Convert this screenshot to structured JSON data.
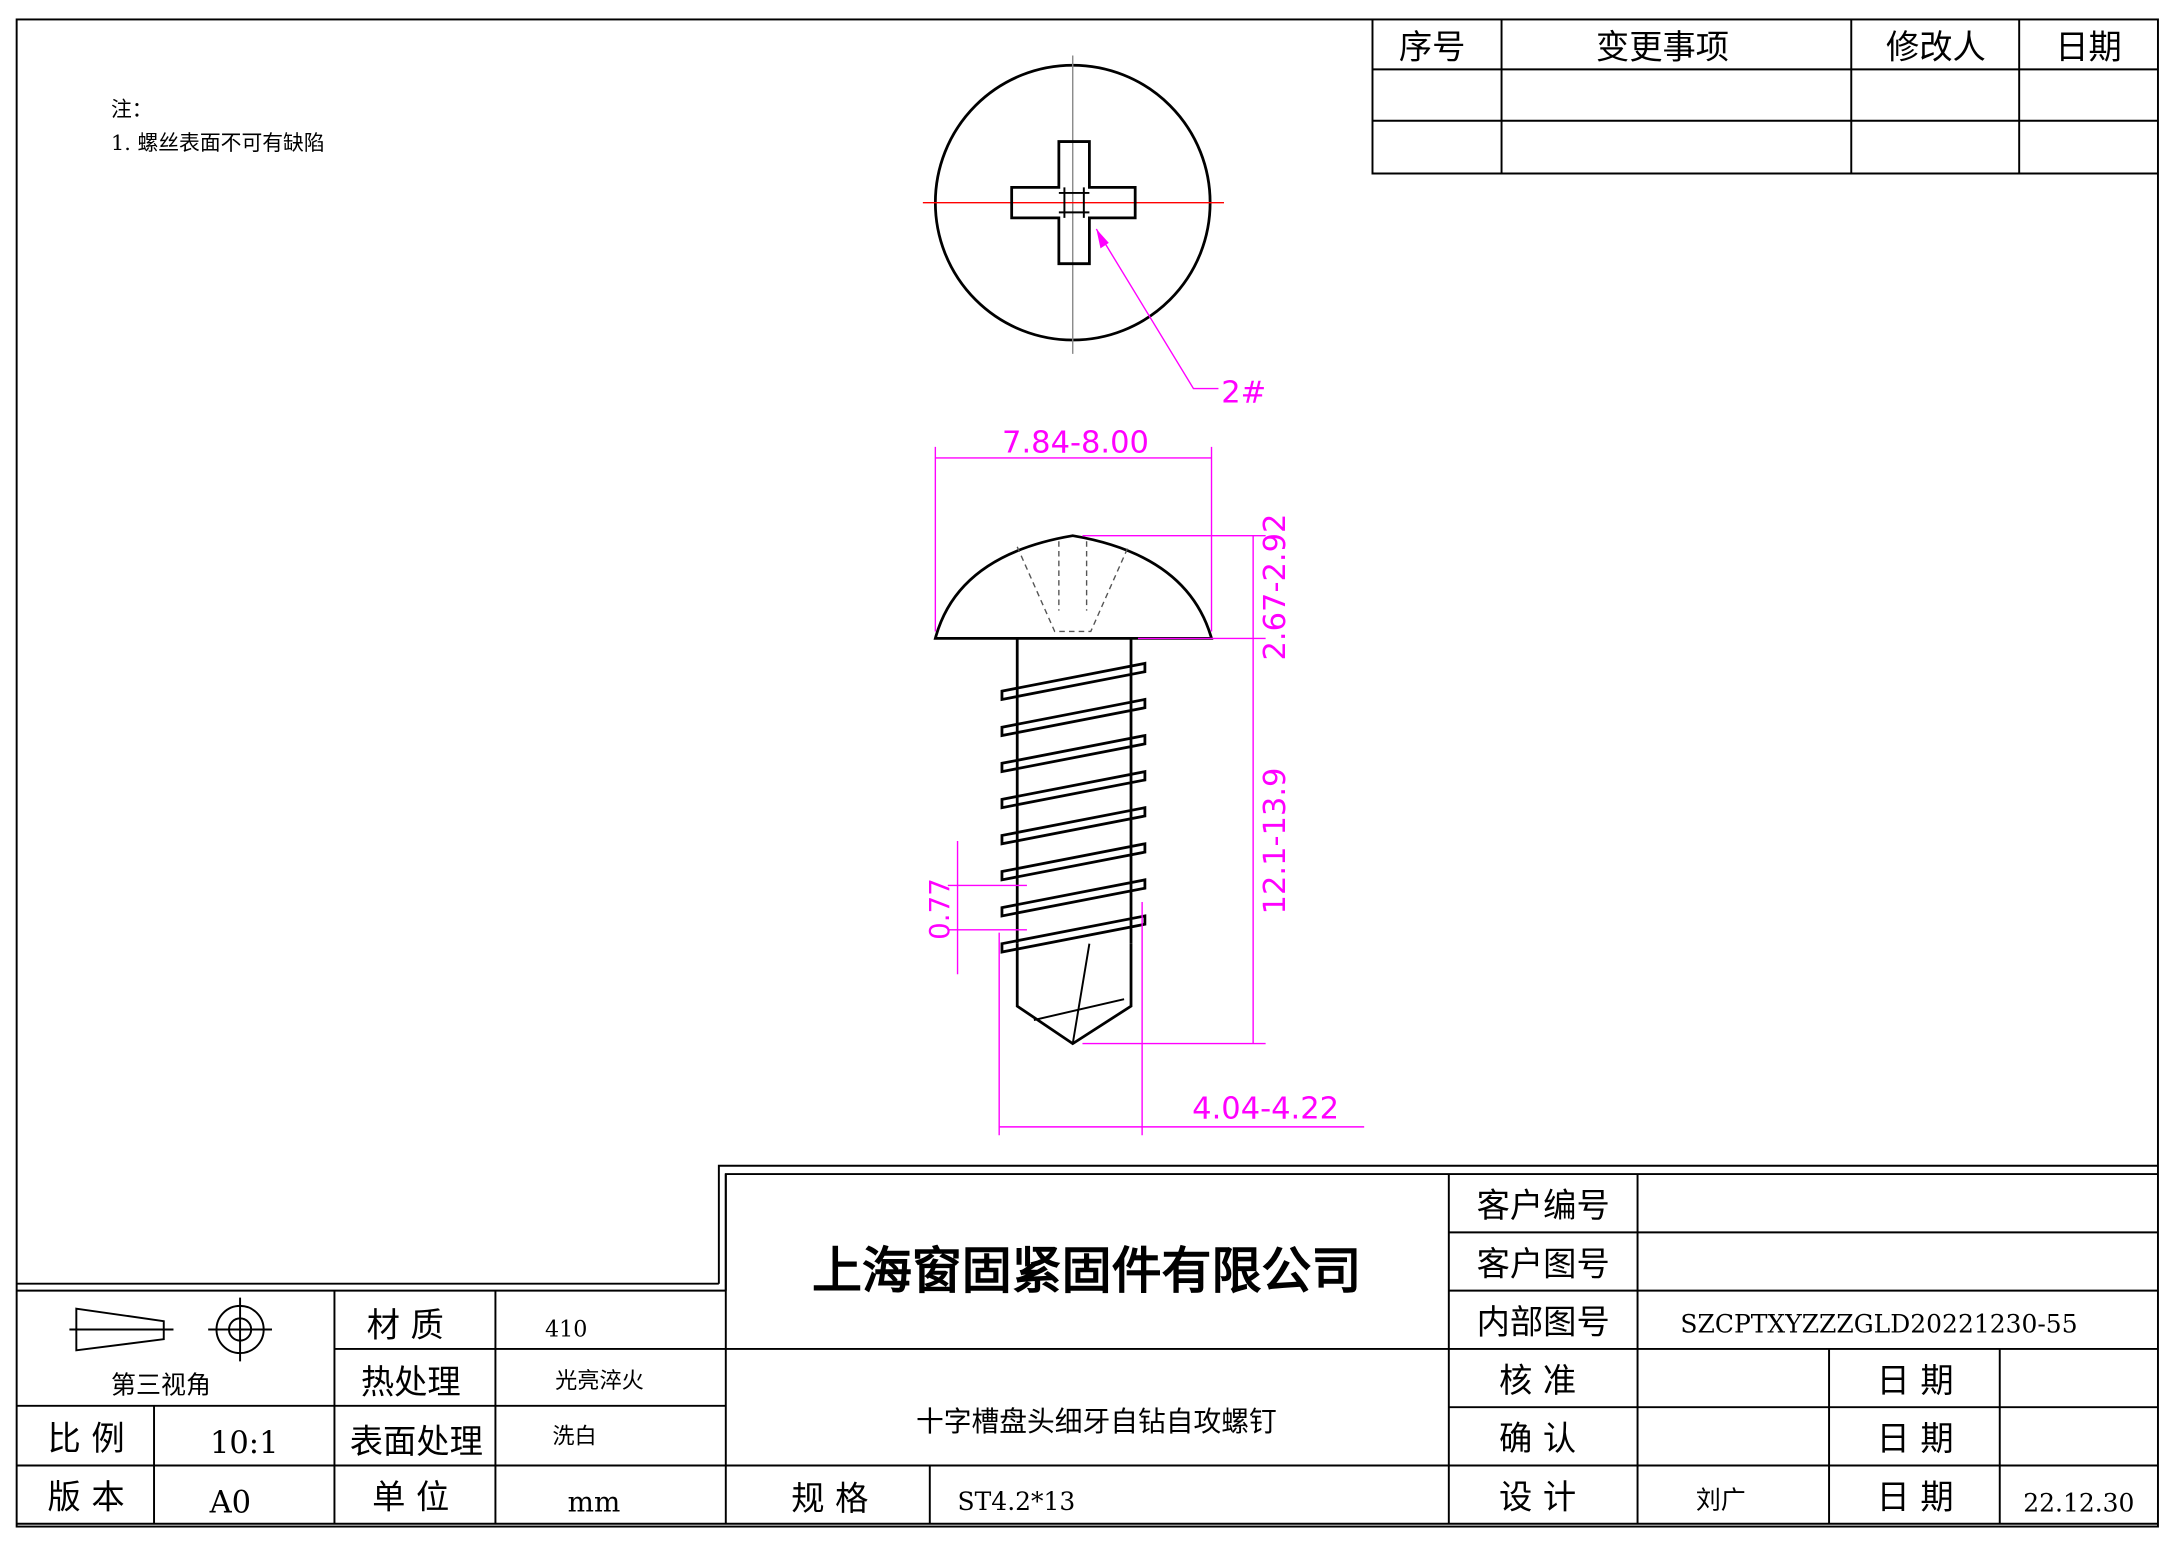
{
  "revision_table": {
    "headers": [
      "序号",
      "变更事项",
      "修改人",
      "日期"
    ]
  },
  "notes": {
    "title": "注：",
    "items": [
      "1. 螺丝表面不可有缺陷"
    ]
  },
  "drawing": {
    "recess_label": "2#",
    "dimensions": {
      "head_diameter": "7.84-8.00",
      "head_height": "2.67-2.92",
      "length": "12.1-13.9",
      "thread_pitch": "0.77",
      "thread_diameter": "4.04-4.22"
    },
    "colors": {
      "dimension": "#ff00ff",
      "centerline": "#ff0000"
    }
  },
  "title_block": {
    "projection": "第三视角",
    "material_label": "材 质",
    "material": "410",
    "heat_label": "热处理",
    "heat": "光亮淬火",
    "surface_label": "表面处理",
    "surface": "洗白",
    "scale_label": "比 例",
    "scale": "10:1",
    "version_label": "版 本",
    "version": "A0",
    "unit_label": "单 位",
    "unit": "mm",
    "company": "上海窗固紧固件有限公司",
    "product": "十字槽盘头细牙自钻自攻螺钉",
    "spec_label": "规 格",
    "spec": "ST4.2*13",
    "customer_no_label": "客户编号",
    "customer_no": "",
    "customer_dwg_label": "客户图号",
    "customer_dwg": "",
    "internal_dwg_label": "内部图号",
    "internal_dwg": "SZCPTXYZZZGLD20221230-55",
    "approve_label": "核 准",
    "confirm_label": "确 认",
    "design_label": "设 计",
    "date_label": "日 期",
    "designer": "刘广",
    "design_date": "22.12.30"
  }
}
